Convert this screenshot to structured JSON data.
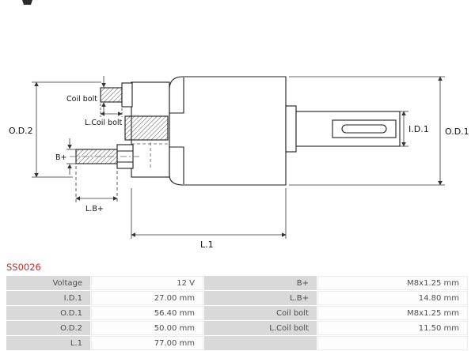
{
  "part_code": "SS0026",
  "colors": {
    "part_code": "#cc2929",
    "table_label_bg": "#d9d9d9",
    "table_value_bg": "#fdfdfd",
    "line_color": "#1c1c1c"
  },
  "diagram": {
    "labels": {
      "od2": "O.D.2",
      "od1": "O.D.1",
      "id1": "I.D.1",
      "l1": "L.1",
      "lb_plus": "L.B+",
      "b_plus": "B+",
      "coil_bolt": "Coil bolt",
      "l_coil_bolt": "L.Coil bolt"
    }
  },
  "spec_table": {
    "rows": [
      {
        "label_left": "Voltage",
        "value_left": "12 V",
        "label_right": "B+",
        "value_right": "M8x1.25 mm"
      },
      {
        "label_left": "I.D.1",
        "value_left": "27.00 mm",
        "label_right": "L.B+",
        "value_right": "14.80 mm"
      },
      {
        "label_left": "O.D.1",
        "value_left": "56.40 mm",
        "label_right": "Coil bolt",
        "value_right": "M8x1.25 mm"
      },
      {
        "label_left": "O.D.2",
        "value_left": "50.00 mm",
        "label_right": "L.Coil bolt",
        "value_right": "11.50 mm"
      },
      {
        "label_left": "L.1",
        "value_left": "77.00 mm",
        "label_right": "",
        "value_right": ""
      }
    ]
  }
}
